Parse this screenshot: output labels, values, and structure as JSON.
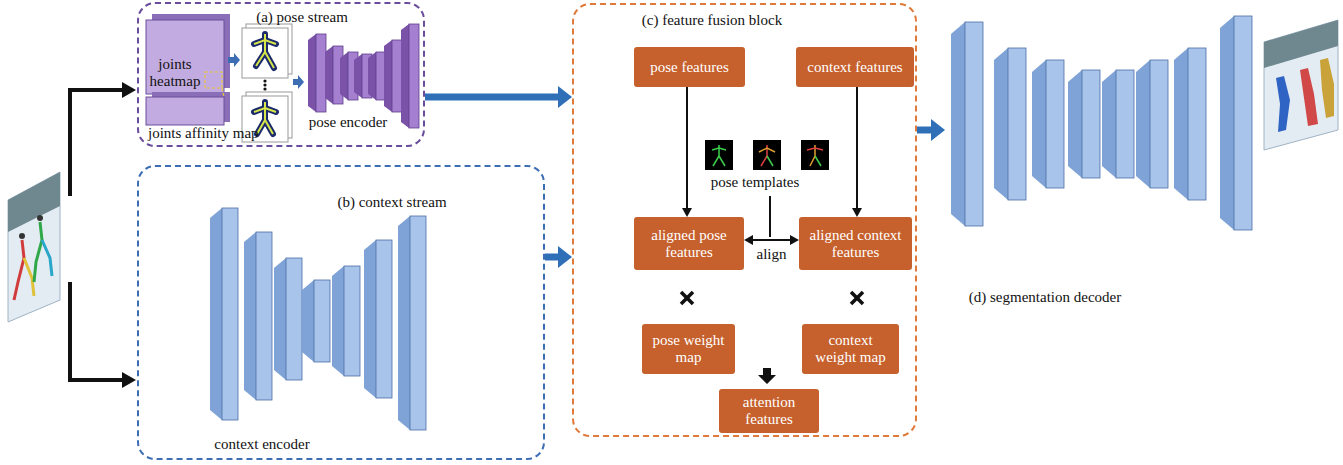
{
  "diagram": {
    "nodes": [
      {
        "text": [
          "(a) pose stream"
        ]
      },
      {
        "text": [
          "(b) context stream"
        ]
      },
      {
        "text": [
          "(c) feature fusion block"
        ]
      },
      {
        "text": [
          "pose features"
        ],
        "in": 2
      },
      {
        "text": [
          "context features"
        ],
        "in": 2
      },
      {
        "text": [
          "aligned pose features"
        ],
        "in": 2
      },
      {
        "text": [
          "aligned context features"
        ],
        "in": 2
      },
      {
        "text": [
          "pose weight map"
        ],
        "in": 2
      },
      {
        "text": [
          "context weight map"
        ],
        "in": 2
      },
      {
        "text": [
          "attention features"
        ],
        "in": 2
      },
      {
        "text": [
          "(d) segmentation decoder"
        ]
      }
    ],
    "edges": [
      {
        "from": 0,
        "to": 2,
        "arrow": "to"
      },
      {
        "from": 1,
        "to": 2,
        "arrow": "to"
      },
      {
        "from": 2,
        "to": 10,
        "arrow": "to"
      },
      {
        "from": 3,
        "to": 5,
        "arrow": "to"
      },
      {
        "from": 4,
        "to": 6,
        "arrow": "to"
      },
      {
        "from": 5,
        "to": 6,
        "arrow": "both",
        "label": "align"
      }
    ],
    "labels": [
      "joints heatmap",
      "joints affinity map",
      "pose encoder",
      "context encoder",
      "pose templates"
    ]
  }
}
